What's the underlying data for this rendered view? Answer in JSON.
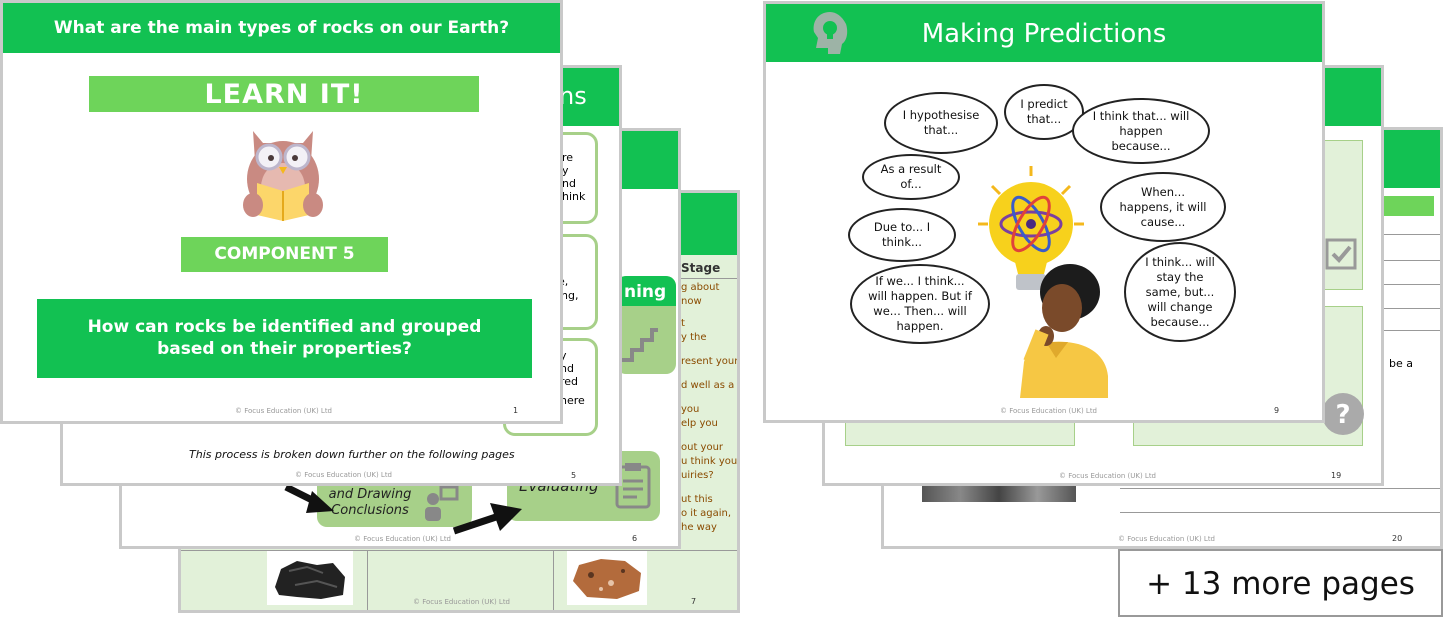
{
  "slide1": {
    "title": "What are the main types of rocks on our Earth?",
    "learn_it": "LEARN IT!",
    "component": "COMPONENT 5",
    "question": "How can rocks be identified and grouped based on their properties?",
    "footer": "© Focus Education (UK) Ltd",
    "page": "1"
  },
  "slide5": {
    "title_fragment": "ns",
    "box_texts": [
      [
        "re",
        "y",
        "nd",
        "hink"
      ],
      [
        "e,",
        "ing,"
      ],
      [
        "y",
        "nd",
        "red",
        "here"
      ]
    ],
    "broken_down": "This process is broken down further on the following pages",
    "footer": "© Focus Education (UK) Ltd",
    "page": "5"
  },
  "slide6": {
    "planning_fragment": "ning",
    "drawing_conclusions": "and Drawing Conclusions",
    "evaluating": "Evaluating",
    "footer": "© Focus Education (UK) Ltd",
    "page": "6"
  },
  "slide7": {
    "stage_header": "Stage",
    "lines": [
      "g about",
      "now",
      "",
      "t",
      "y the",
      "",
      "resent your",
      "",
      "d well as a",
      "",
      "you",
      "elp you",
      "",
      "out your",
      "u think you",
      "uiries?",
      "",
      "ut this",
      "o it again,",
      "he way"
    ],
    "footer": "© Focus Education (UK) Ltd",
    "page": "7"
  },
  "slide9": {
    "title": "Making Predictions",
    "bubbles": {
      "hypothesise": "I hypothesise that...",
      "predict": "I predict that...",
      "think_happen": "I think that... will happen because...",
      "result": "As a result of...",
      "when": "When... happens, it will cause...",
      "due": "Due to... I think...",
      "if_we": "If we... I think... will happen. But if we... Then... will happen.",
      "stay_same": "I think... will stay the same, but... will change because..."
    },
    "footer": "© Focus Education (UK) Ltd",
    "page": "9"
  },
  "slide19": {
    "footer": "© Focus Education (UK) Ltd",
    "page": "19"
  },
  "slide20": {
    "text_fragment": "be a",
    "footer": "© Focus Education (UK) Ltd",
    "page": "20"
  },
  "more_pages": "+ 13 more pages",
  "colors": {
    "green": "#12c152",
    "light_green": "#6ed45a",
    "pale_green": "#e2f1d9",
    "step_green": "#a7d089"
  }
}
